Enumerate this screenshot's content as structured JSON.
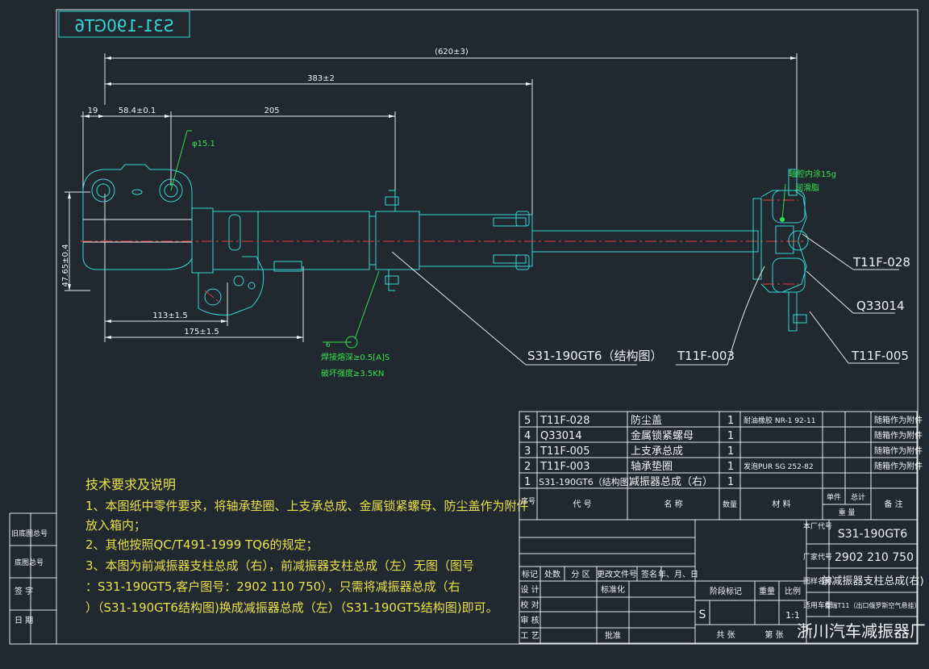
{
  "drawing": {
    "number_mirrored": "S31-190GT6",
    "dims": {
      "total": "(620±3)",
      "d383": "383±2",
      "d19": "19",
      "d584": "58.4±0.1",
      "d205": "205",
      "phi": "φ15.1",
      "d4765": "47.65±0.4",
      "d113": "113±1.5",
      "d175": "175±1.5"
    },
    "notes": {
      "grease_line1": "轴腔内涂15g",
      "grease_line2": "润滑脂",
      "weld_line1": "焊接熔深≥0.5[A]S",
      "weld_line2": "破坏强度≥3.5KN",
      "weld_mark": "6"
    },
    "callouts": [
      {
        "label": "T11F-028"
      },
      {
        "label": "Q33014"
      },
      {
        "label": "T11F-005"
      },
      {
        "label": "T11F-003"
      },
      {
        "label": "S31-190GT6（结构图）"
      }
    ]
  },
  "requirements": {
    "title": "技术要求及说明",
    "lines": [
      "1、本图纸中零件要求，将轴承垫圈、上支承总成、金属锁紧螺母、防尘盖作为附件",
      "放入箱内；",
      "2、其他按照QC/T491-1999 TQ6的规定；",
      "3、本图为前减振器支柱总成（右），前减振器支柱总成（左）无图（图号",
      "：S31-190GT5,客户图号：2902 110 750），只需将减振器总成（右",
      "）（S31-190GT6结构图)换成减振器总成（左）（S31-190GT5结构图)即可。"
    ]
  },
  "side_labels": [
    "旧底图总号",
    "底图总号",
    "签 字",
    "日 期"
  ],
  "bom": {
    "rows": [
      {
        "no": "5",
        "code": "T11F-028",
        "name": "防尘盖",
        "qty": "1",
        "material": "耐油橡胶 NR-1 92-11",
        "note": "随箱作为附件"
      },
      {
        "no": "4",
        "code": "Q33014",
        "name": "金属锁紧螺母",
        "qty": "1",
        "material": "",
        "note": "随箱作为附件"
      },
      {
        "no": "3",
        "code": "T11F-005",
        "name": "上支承总成",
        "qty": "1",
        "material": "",
        "note": "随箱作为附件"
      },
      {
        "no": "2",
        "code": "T11F-003",
        "name": "轴承垫圈",
        "qty": "1",
        "material": "发泡PUR SG 252-82",
        "note": "随箱作为附件"
      },
      {
        "no": "1",
        "code": "S31-190GT6（结构图）",
        "name": "减振器总成（右）",
        "qty": "1",
        "material": "",
        "note": ""
      }
    ],
    "header": {
      "no": "序号",
      "code": "代 号",
      "name": "名 称",
      "qty": "数量",
      "material": "材 料",
      "unit": "单件",
      "total": "总计",
      "weight": "重 量",
      "note": "备 注"
    }
  },
  "title_block": {
    "factory_code_label": "本厂代号",
    "factory_code": "S31-190GT6",
    "customer_code_label": "厂家代号",
    "customer_code": "2902 210 750",
    "drawing_name_label": "图样名称",
    "drawing_name": "前减振器支柱总成(右)",
    "applicable_label": "适用车型",
    "applicable": "奇瑞T11（出口俄罗斯空气悬挂）",
    "rev_headers": [
      "标记",
      "处数",
      "分 区",
      "更改文件号",
      "签名",
      "年、月、日"
    ],
    "roles": [
      "设 计",
      "校 对",
      "审 核",
      "工 艺"
    ],
    "standardize": "标准化",
    "approve": "批准",
    "stage_mark": "阶段标记",
    "weight": "重量",
    "scale": "比例",
    "stage_value": "S",
    "scale_value": "1:1",
    "sheets_total": "共 张",
    "sheet_no": "第 张",
    "company": "浙川汽车减振器厂"
  }
}
